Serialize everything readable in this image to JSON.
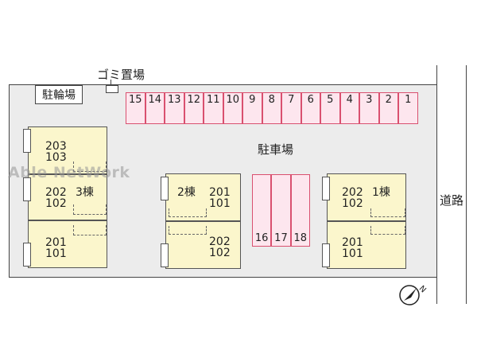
{
  "labels": {
    "garbage": "ゴミ置場",
    "bicycle": "駐輪場",
    "parking": "駐車場",
    "road": "道路",
    "watermark": "Able NetWork"
  },
  "top_stalls": [
    "15",
    "14",
    "13",
    "12",
    "11",
    "10",
    "9",
    "8",
    "7",
    "6",
    "5",
    "4",
    "3",
    "2",
    "1"
  ],
  "center_stalls": [
    "16",
    "17",
    "18"
  ],
  "buildings": {
    "b3": {
      "name": "3棟",
      "units": [
        "203",
        "103",
        "202",
        "102",
        "201",
        "101"
      ]
    },
    "b2": {
      "name": "2棟",
      "units": [
        "201",
        "101",
        "202",
        "102"
      ]
    },
    "b1": {
      "name": "1棟",
      "units": [
        "202",
        "102",
        "201",
        "101"
      ]
    }
  },
  "colors": {
    "stall_fill": "#fde6ee",
    "stall_border": "#d9506f",
    "building_fill": "#fbf6cc",
    "lot_fill": "#ececec"
  },
  "icons": {
    "compass": "north-arrow-icon"
  }
}
